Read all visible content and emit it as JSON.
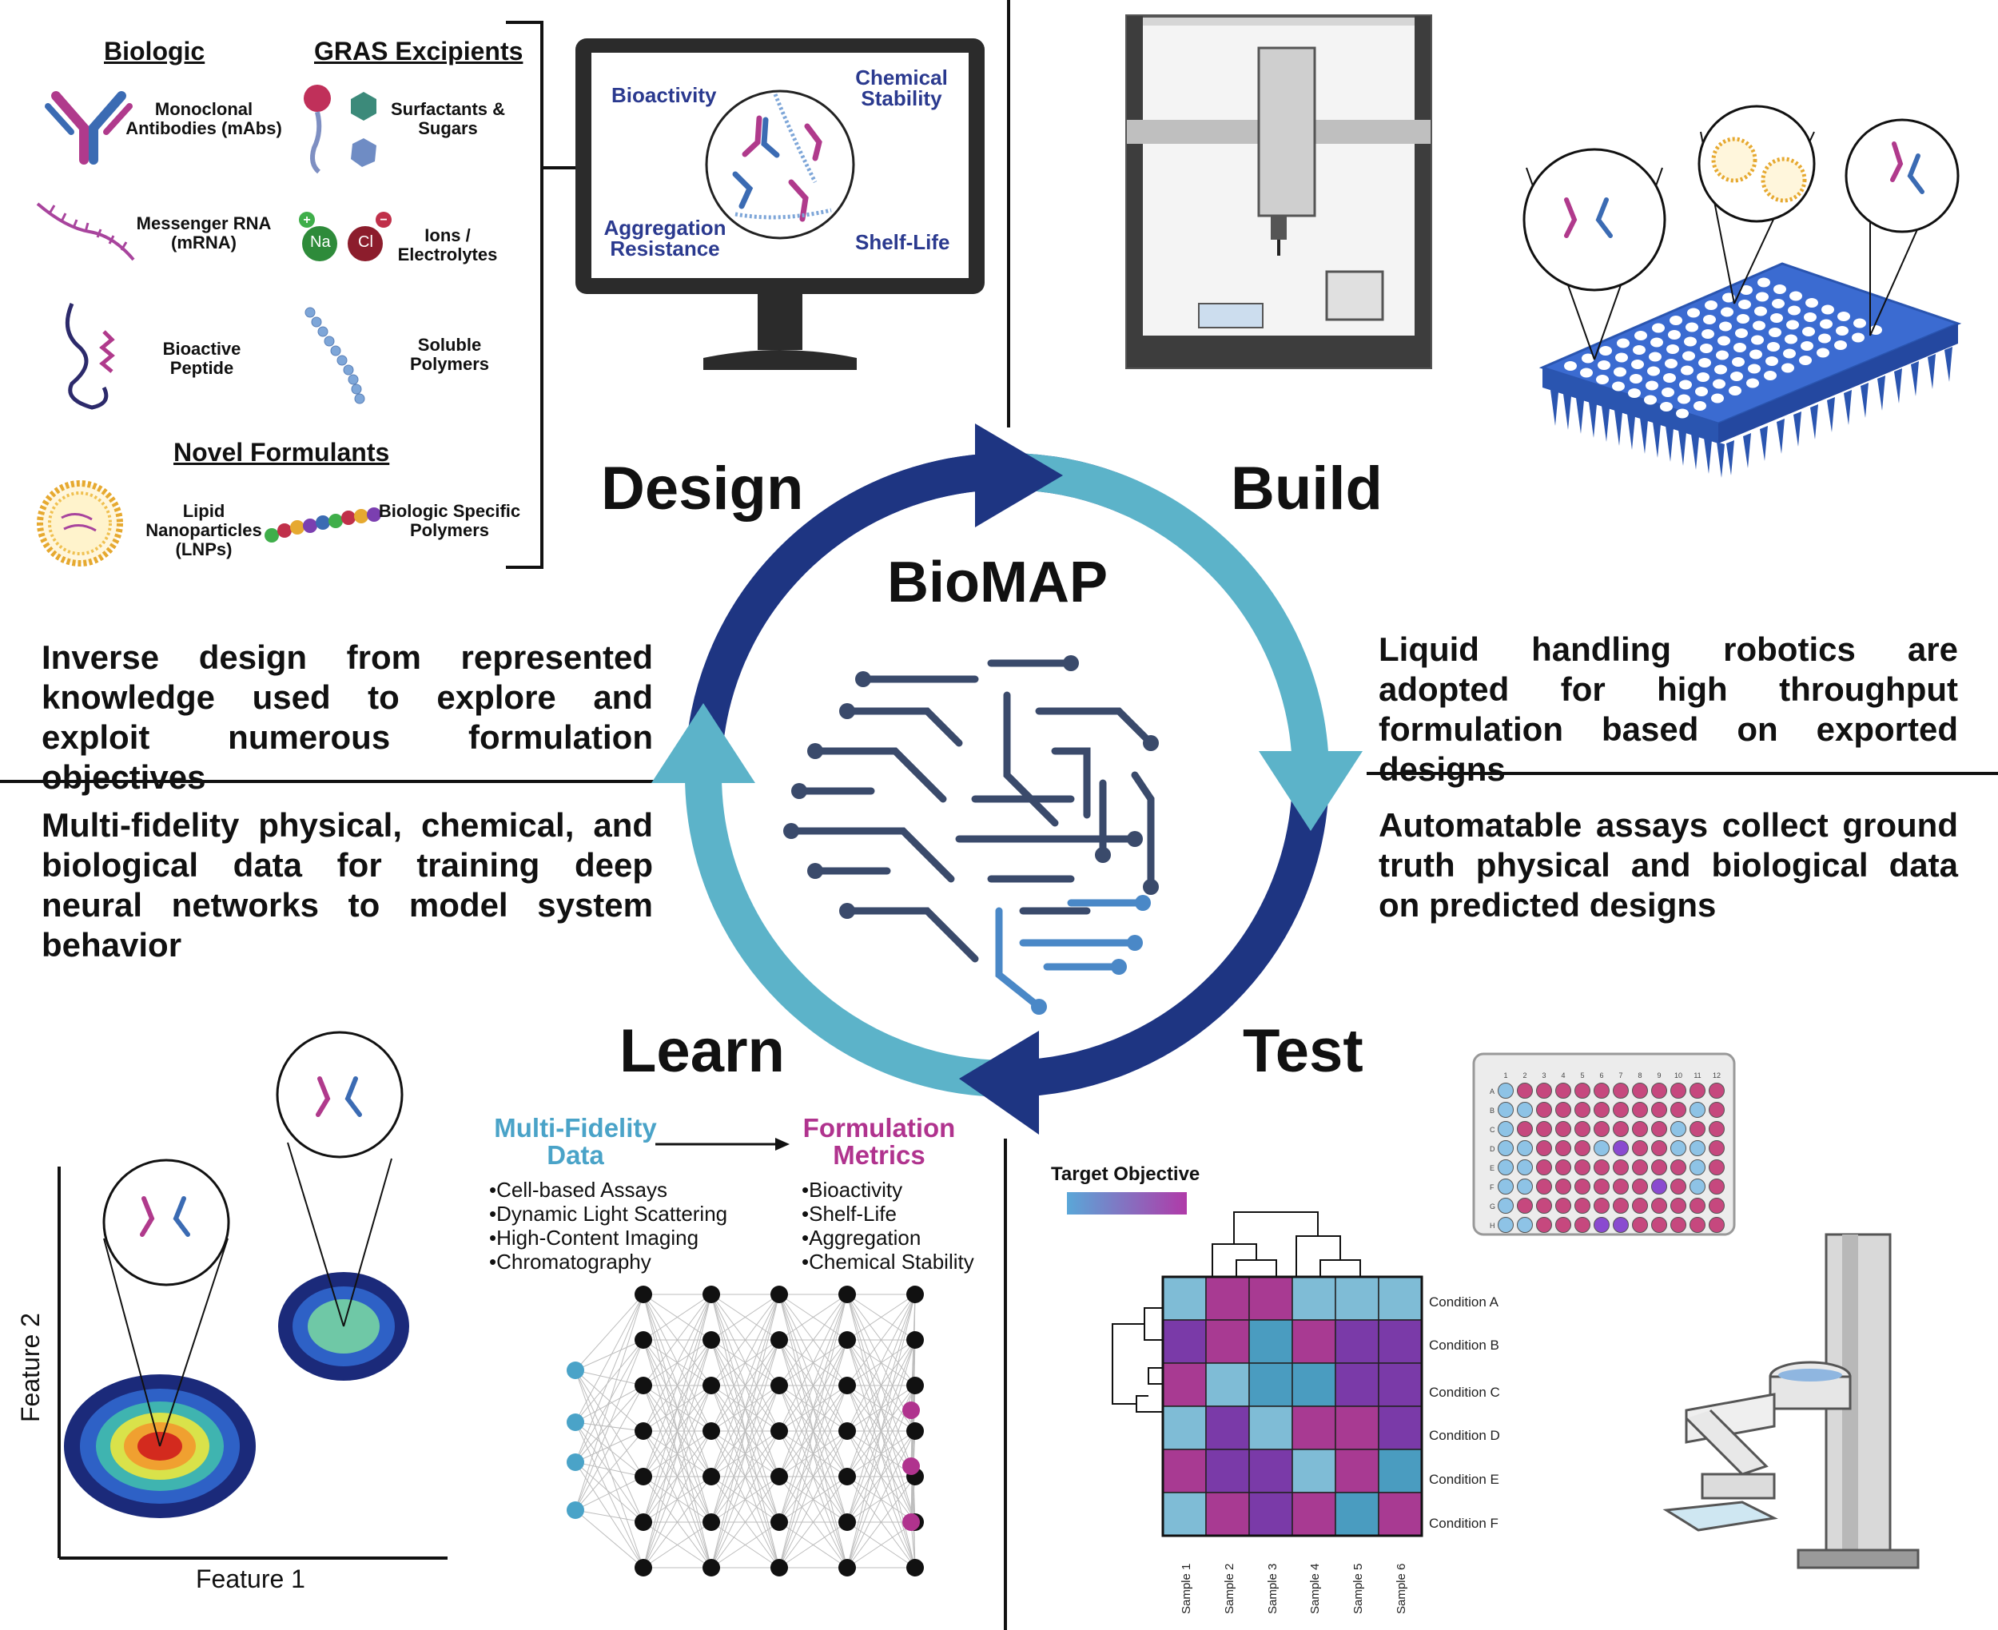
{
  "center": {
    "title": "BioMAP"
  },
  "phases": {
    "design": "Design",
    "build": "Build",
    "test": "Test",
    "learn": "Learn"
  },
  "design_panel": {
    "biologic_header": "Biologic",
    "gras_header": "GRAS Excipients",
    "novel_header": "Novel Formulants",
    "items": {
      "mabs": "Monoclonal Antibodies (mAbs)",
      "mrna": "Messenger RNA (mRNA)",
      "peptide": "Bioactive Peptide",
      "surfactants": "Surfactants & Sugars",
      "ions": "Ions / Electrolytes",
      "polymers": "Soluble Polymers",
      "lnp": "Lipid Nanoparticles (LNPs)",
      "bsp": "Biologic Specific Polymers",
      "ion_na": "Na",
      "ion_cl": "Cl"
    },
    "screen": {
      "bioactivity": "Bioactivity",
      "chem_stability": "Chemical Stability",
      "aggregation": "Aggregation Resistance",
      "shelf_life": "Shelf-Life"
    }
  },
  "descriptions": {
    "design": "Inverse design from represented knowledge used to explore and exploit numerous formulation objectives",
    "build": "Liquid handling robotics are adopted for high throughput formulation based on exported designs",
    "test": "Automatable assays collect ground truth physical and biological data on predicted designs",
    "learn": "Multi-fidelity physical, chemical, and biological data for training deep neural networks to model system behavior"
  },
  "learn_panel": {
    "multi_fidelity_title": "Multi-Fidelity Data",
    "formulation_title": "Formulation Metrics",
    "multi_fidelity_items": [
      "Cell-based Assays",
      "Dynamic Light Scattering",
      "High-Content Imaging",
      "Chromatography"
    ],
    "formulation_items": [
      "Bioactivity",
      "Shelf-Life",
      "Aggregation",
      "Chemical Stability"
    ],
    "xlabel": "Feature 1",
    "ylabel": "Feature 2"
  },
  "test_panel": {
    "target_objective": "Target Objective",
    "conditions": [
      "Condition A",
      "Condition B",
      "Condition C",
      "Condition D",
      "Condition E",
      "Condition F"
    ],
    "samples": [
      "Sample 1",
      "Sample 2",
      "Sample 3",
      "Sample 4",
      "Sample 5",
      "Sample 6"
    ],
    "plate_cols": [
      "1",
      "2",
      "3",
      "4",
      "5",
      "6",
      "7",
      "8",
      "9",
      "10",
      "11",
      "12"
    ],
    "plate_rows": [
      "A",
      "B",
      "C",
      "D",
      "E",
      "F",
      "G",
      "H"
    ],
    "heatmap_grid": [
      [
        "c",
        "m",
        "m",
        "c",
        "c",
        "c"
      ],
      [
        "p",
        "m",
        "t",
        "m",
        "p",
        "p"
      ],
      [
        "m",
        "c",
        "t",
        "t",
        "p",
        "p"
      ],
      [
        "c",
        "p",
        "c",
        "m",
        "m",
        "p"
      ],
      [
        "m",
        "p",
        "p",
        "c",
        "m",
        "t"
      ],
      [
        "c",
        "m",
        "p",
        "m",
        "t",
        "m"
      ]
    ]
  },
  "colors": {
    "dark_navy": "#1e3582",
    "light_teal": "#5cb3c9",
    "magenta": "#b03a8c",
    "text_blue": "#2b3a8f",
    "mf_blue": "#4aa3c8",
    "fm_magenta": "#b0338e"
  }
}
